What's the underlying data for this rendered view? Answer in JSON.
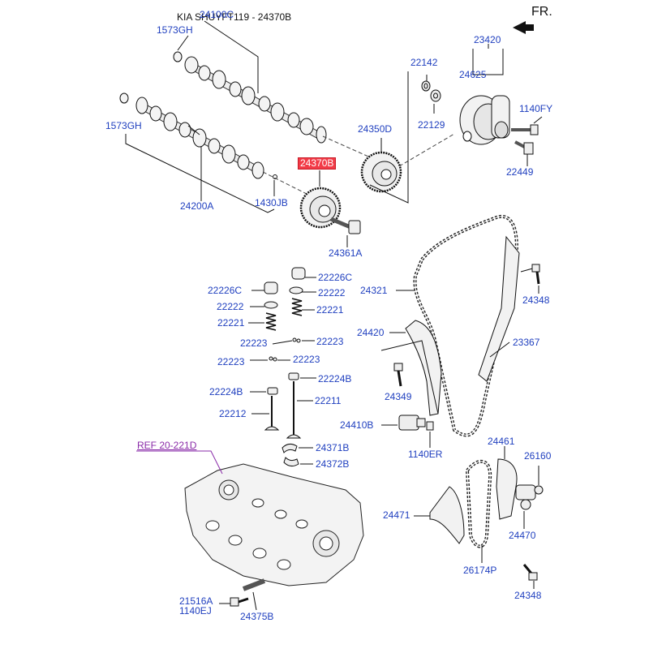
{
  "header": {
    "title": "KIA SHUYFT119 - 24370B",
    "direction_label": "FR."
  },
  "colors": {
    "label": "#1f3fbf",
    "highlight": "#f23b47",
    "reference": "#8a2ba8",
    "line": "#111111"
  },
  "labels": {
    "l24100C": "24100C",
    "l1573GH_a": "1573GH",
    "l1573GH_b": "1573GH",
    "l24200A": "24200A",
    "l1430JB": "1430JB",
    "l24370B": "24370B",
    "l24361A": "24361A",
    "l24350D": "24350D",
    "l22142": "22142",
    "l22129": "22129",
    "l23420": "23420",
    "l24625": "24625",
    "l1140FY": "1140FY",
    "l22449": "22449",
    "l22226C_a": "22226C",
    "l22226C_b": "22226C",
    "l22222_a": "22222",
    "l22222_b": "22222",
    "l22221_a": "22221",
    "l22221_b": "22221",
    "l22223_a": "22223",
    "l22223_b": "22223",
    "l22223_c": "22223",
    "l22223_d": "22223",
    "l22224B_a": "22224B",
    "l22224B_b": "22224B",
    "l22212": "22212",
    "l22211": "22211",
    "l24321": "24321",
    "l24348_a": "24348",
    "l24420": "24420",
    "l23367": "23367",
    "l24349": "24349",
    "l24410B": "24410B",
    "l1140ER": "1140ER",
    "lREF": "REF 20-221D",
    "l24371B": "24371B",
    "l24372B": "24372B",
    "l24461": "24461",
    "l26160": "26160",
    "l24471": "24471",
    "l24470": "24470",
    "l26174P": "26174P",
    "l24348_b": "24348",
    "l21516A": "21516A",
    "l1140EJ": "1140EJ",
    "l24375B": "24375B"
  }
}
